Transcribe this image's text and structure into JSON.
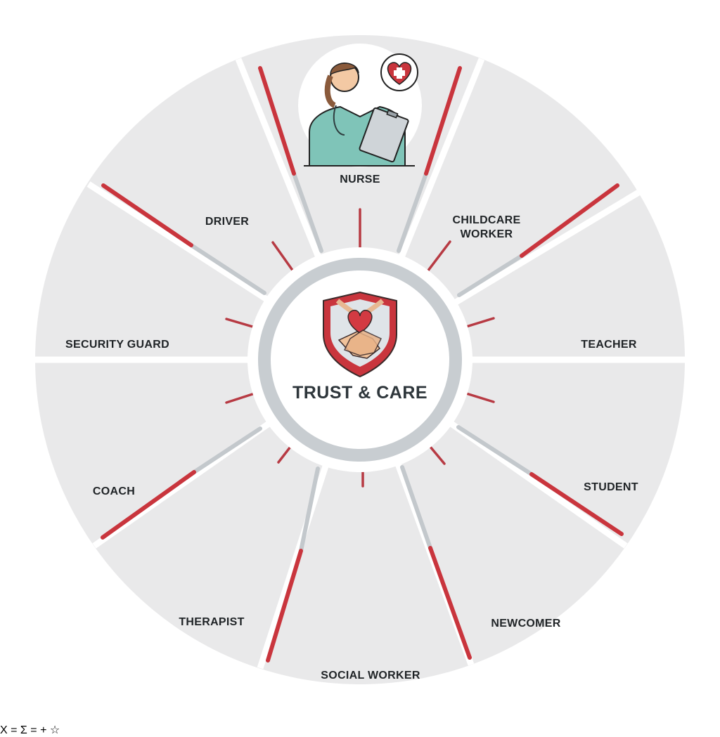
{
  "center": {
    "title": "TRUST & CARE",
    "icon": "shield-heart-handshake-icon"
  },
  "colors": {
    "background": "#ffffff",
    "disk": "#e9e9ea",
    "gap": "#ffffff",
    "accent_red": "#c9353d",
    "spoke_gray": "#c3c8cc",
    "hub_ring": "#c8cdd1",
    "text": "#1f2326",
    "title_text": "#2e363b"
  },
  "sectors": [
    {
      "id": "nurse",
      "label": "NURSE",
      "illustration": "nurse-with-clipboard-illustration",
      "badge_icon": "heart-plus-icon",
      "small_icons": []
    },
    {
      "id": "childcare",
      "label": "CHILDCARE\nWORKER",
      "label_line1": "CHILDCARE",
      "label_line2": "WORKER",
      "illustration": "childcare-worker-with-children-illustration",
      "badge_icon": "blocks-heart-icon",
      "small_icons": [
        "toy-blocks-icon"
      ]
    },
    {
      "id": "teacher",
      "label": "TEACHER",
      "illustration": "teacher-at-whiteboard-illustration",
      "badge_icon": "apple-books-icon",
      "small_icons": [
        "apple-on-books-icon"
      ]
    },
    {
      "id": "student",
      "label": "STUDENT",
      "illustration": "student-reading-illustration",
      "badge_icon": "open-book-icon",
      "small_icons": [
        "graduation-cap-icon",
        "graduation-cap-icon"
      ]
    },
    {
      "id": "newcomer",
      "label": "NEWCOMER",
      "illustration": "newcomer-with-map-illustration",
      "badge_icon": "globe-icon",
      "small_icons": [
        "arrow-building-globe-icon"
      ]
    },
    {
      "id": "social_worker",
      "label": "SOCIAL WORKER",
      "illustration": "social-worker-with-family-illustration",
      "badge_icon": "family-icon",
      "small_icons": [
        "hands-heart-icon"
      ]
    },
    {
      "id": "therapist",
      "label": "THERAPIST",
      "illustration": "therapist-in-chair-illustration",
      "badge_icon": "speech-bubbles-icon",
      "small_icons": [
        "brain-icon"
      ]
    },
    {
      "id": "coach",
      "label": "COACH",
      "illustration": "coach-with-whistle-illustration",
      "badge_icon": "stopwatch-icon",
      "small_icons": [
        "trophy-team-icon"
      ]
    },
    {
      "id": "security_guard",
      "label": "SECURITY GUARD",
      "illustration": "security-guard-with-radio-illustration",
      "badge_icon": "police-badge-icon",
      "small_icons": [
        "shield-check-icon",
        "red-shield-icon"
      ]
    },
    {
      "id": "driver",
      "label": "DRIVER",
      "illustration": "bus-driver-illustration",
      "badge_icon": "bus-icon",
      "small_icons": [
        "wheel-icon"
      ]
    }
  ]
}
